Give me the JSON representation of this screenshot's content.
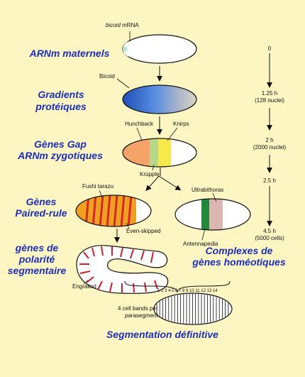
{
  "stages": {
    "maternal": "ARNm maternels",
    "gradients_1": "Gradients",
    "gradients_2": "protéiques",
    "gap_1": "Gènes Gap",
    "gap_2": "ARNm zygotiques",
    "pair_1": "Gènes",
    "pair_2": "Paired-rule",
    "polarity_1": "gènes  de",
    "polarity_2": "polarité",
    "polarity_3": "segmentaire",
    "homeotic_1": "Complexes de",
    "homeotic_2": "gènes homéotiques",
    "final": "Segmentation définitive"
  },
  "labels": {
    "bicoid_mrna_1": "bicoid",
    "bicoid_mrna_2": " mRNA",
    "bicoid": "Bicoid",
    "hunchback": "Hunchback",
    "knirps": "Knirps",
    "kruppel": "Krüpple",
    "fushi_tarazu": "Fushi tarazu",
    "even_skipped": "Even-skipped",
    "engrailed": "Engrailed",
    "ultrabithorax": "Ultrabithorax",
    "antennapedia": "Antennapedia",
    "cell_bands_1": "4 cell bands per",
    "cell_bands_2": "parasegment",
    "segment_numbers": "1 2 3 4 5 6 7 8 9 10 11 12 13 14"
  },
  "timeline": [
    {
      "time": "0",
      "note": ""
    },
    {
      "time": "1.25 h",
      "note": "(128 nuclei)"
    },
    {
      "time": "2 h",
      "note": "(2000 nuclei)"
    },
    {
      "time": "2.5 h",
      "note": ""
    },
    {
      "time": "4.5 h",
      "note": "(5000 cells)"
    }
  ],
  "colors": {
    "background": "#fdf6c3",
    "title_blue": "#1b2fb5",
    "bicoid_blue": "#2f6fd1",
    "hunchback_orange": "#f6a36a",
    "kruppel_green": "#b7d88a",
    "knirps_yellow": "#f5ea4a",
    "fushi_orange": "#f0a020",
    "fushi_stripe_red": "#d42828",
    "ultrabithorax_pink": "#dcb6b0",
    "antennapedia_green": "#1f8a3a",
    "engrailed_red": "#c8202a"
  }
}
